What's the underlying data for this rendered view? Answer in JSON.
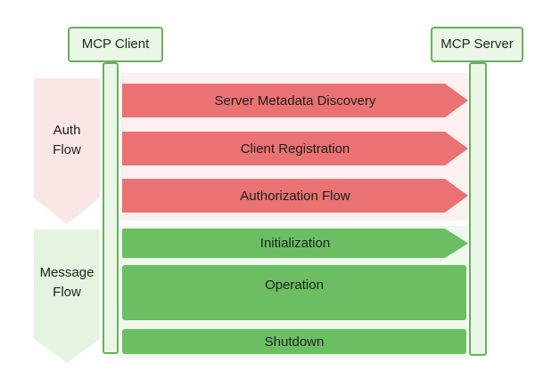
{
  "participants": {
    "client": "MCP Client",
    "server": "MCP Server"
  },
  "phases": {
    "auth": {
      "line1": "Auth",
      "line2": "Flow"
    },
    "message": {
      "line1": "Message",
      "line2": "Flow"
    }
  },
  "steps": {
    "server_metadata_discovery": "Server Metadata Discovery",
    "client_registration": "Client Registration",
    "authorization_flow": "Authorization Flow",
    "initialization": "Initialization",
    "operation": "Operation",
    "shutdown": "Shutdown"
  },
  "colors": {
    "auth_band": "#ea7272",
    "message_band": "#6bbf62",
    "lifeline_border": "#6aaf5e"
  }
}
